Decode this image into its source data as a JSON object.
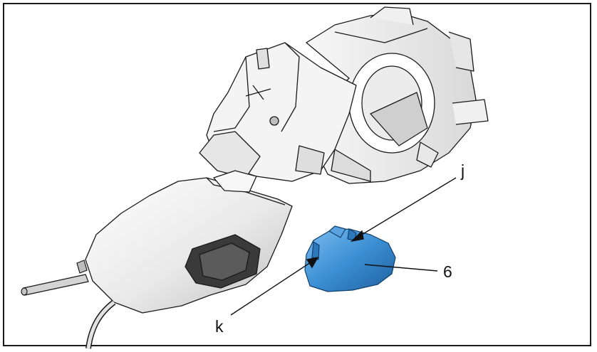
{
  "callouts": {
    "j": "j",
    "six": "6",
    "k": "k"
  },
  "parts": {
    "highlighted_part_color": "#3b8fd4",
    "housing_color": "#f2f2f2",
    "outline_color": "#1a1a1a"
  }
}
